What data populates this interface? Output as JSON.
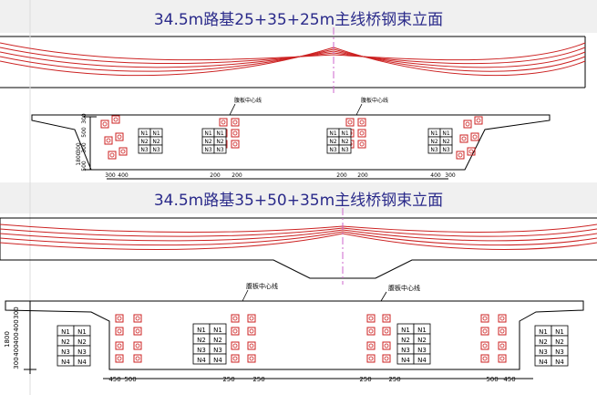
{
  "panels": [
    {
      "title": "34.5m路基25+35+25m主线桥钢束立面",
      "web_label": "腹板中心线",
      "tendon_labels": [
        "N1",
        "N2",
        "N3"
      ],
      "left_dims": [
        "300",
        "500",
        "300",
        "500",
        "300",
        "1800"
      ],
      "bottom_dims": [
        "300",
        "400",
        "200",
        "200",
        "200",
        "200",
        "400",
        "300"
      ]
    },
    {
      "title": "34.5m路基35+50+35m主线桥钢束立面",
      "web_label": "腹板中心线",
      "tendon_labels": [
        "N1",
        "N2",
        "N3",
        "N4"
      ],
      "left_dims": [
        "300",
        "400",
        "400",
        "400",
        "300",
        "1800"
      ],
      "bottom_dims": [
        "450",
        "500",
        "250",
        "250",
        "250",
        "250",
        "500",
        "450"
      ]
    }
  ],
  "colors": {
    "tendon": "#cc2222",
    "title": "#2a2a8a",
    "line": "#000000",
    "center": "#cc66cc"
  }
}
